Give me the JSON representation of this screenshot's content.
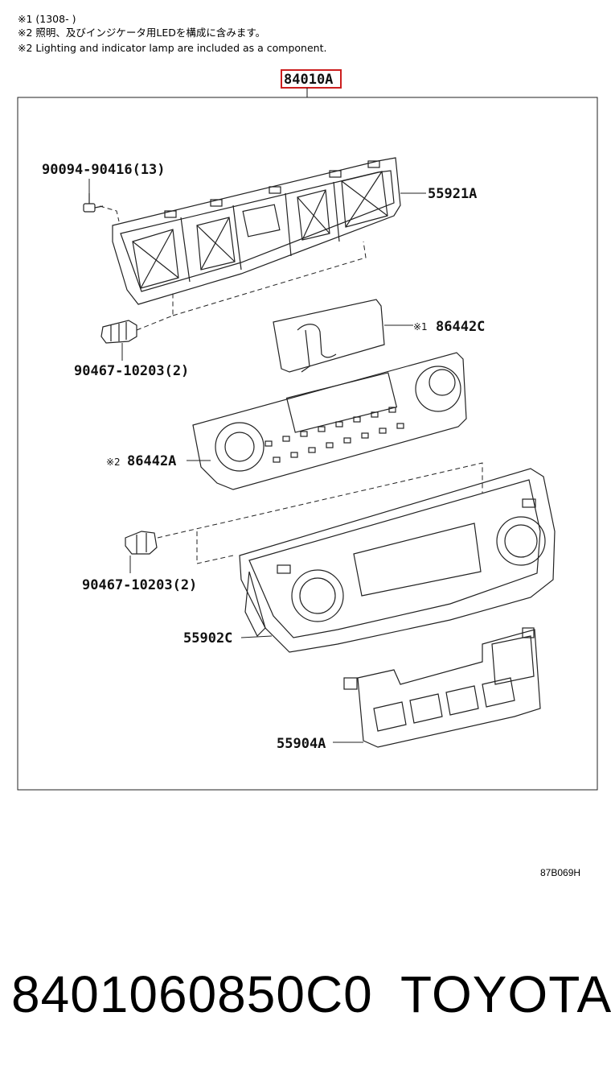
{
  "notes": {
    "line1": "※1 (1308-        )",
    "line2": "※2 照明、及びインジケータ用LEDを構成に含みます。",
    "line3": "※2 Lighting and indicator lamp are included as a component."
  },
  "assembly": {
    "main_part": "84010A",
    "highlight_color": "#cc1f1f"
  },
  "callouts": {
    "bolt": "90094-90416(13)",
    "rear_housing": "55921A",
    "clip_upper": "90467-10203(2)",
    "display_board": "86442C",
    "display_board_mark": "※1",
    "control_board": "86442A",
    "control_board_mark": "※2",
    "clip_lower": "90467-10203(2)",
    "front_panel": "55902C",
    "switch_base": "55904A"
  },
  "reference_code": "87B069H",
  "footer": {
    "part_number": "8401060850C0",
    "brand": "TOYOTA"
  }
}
